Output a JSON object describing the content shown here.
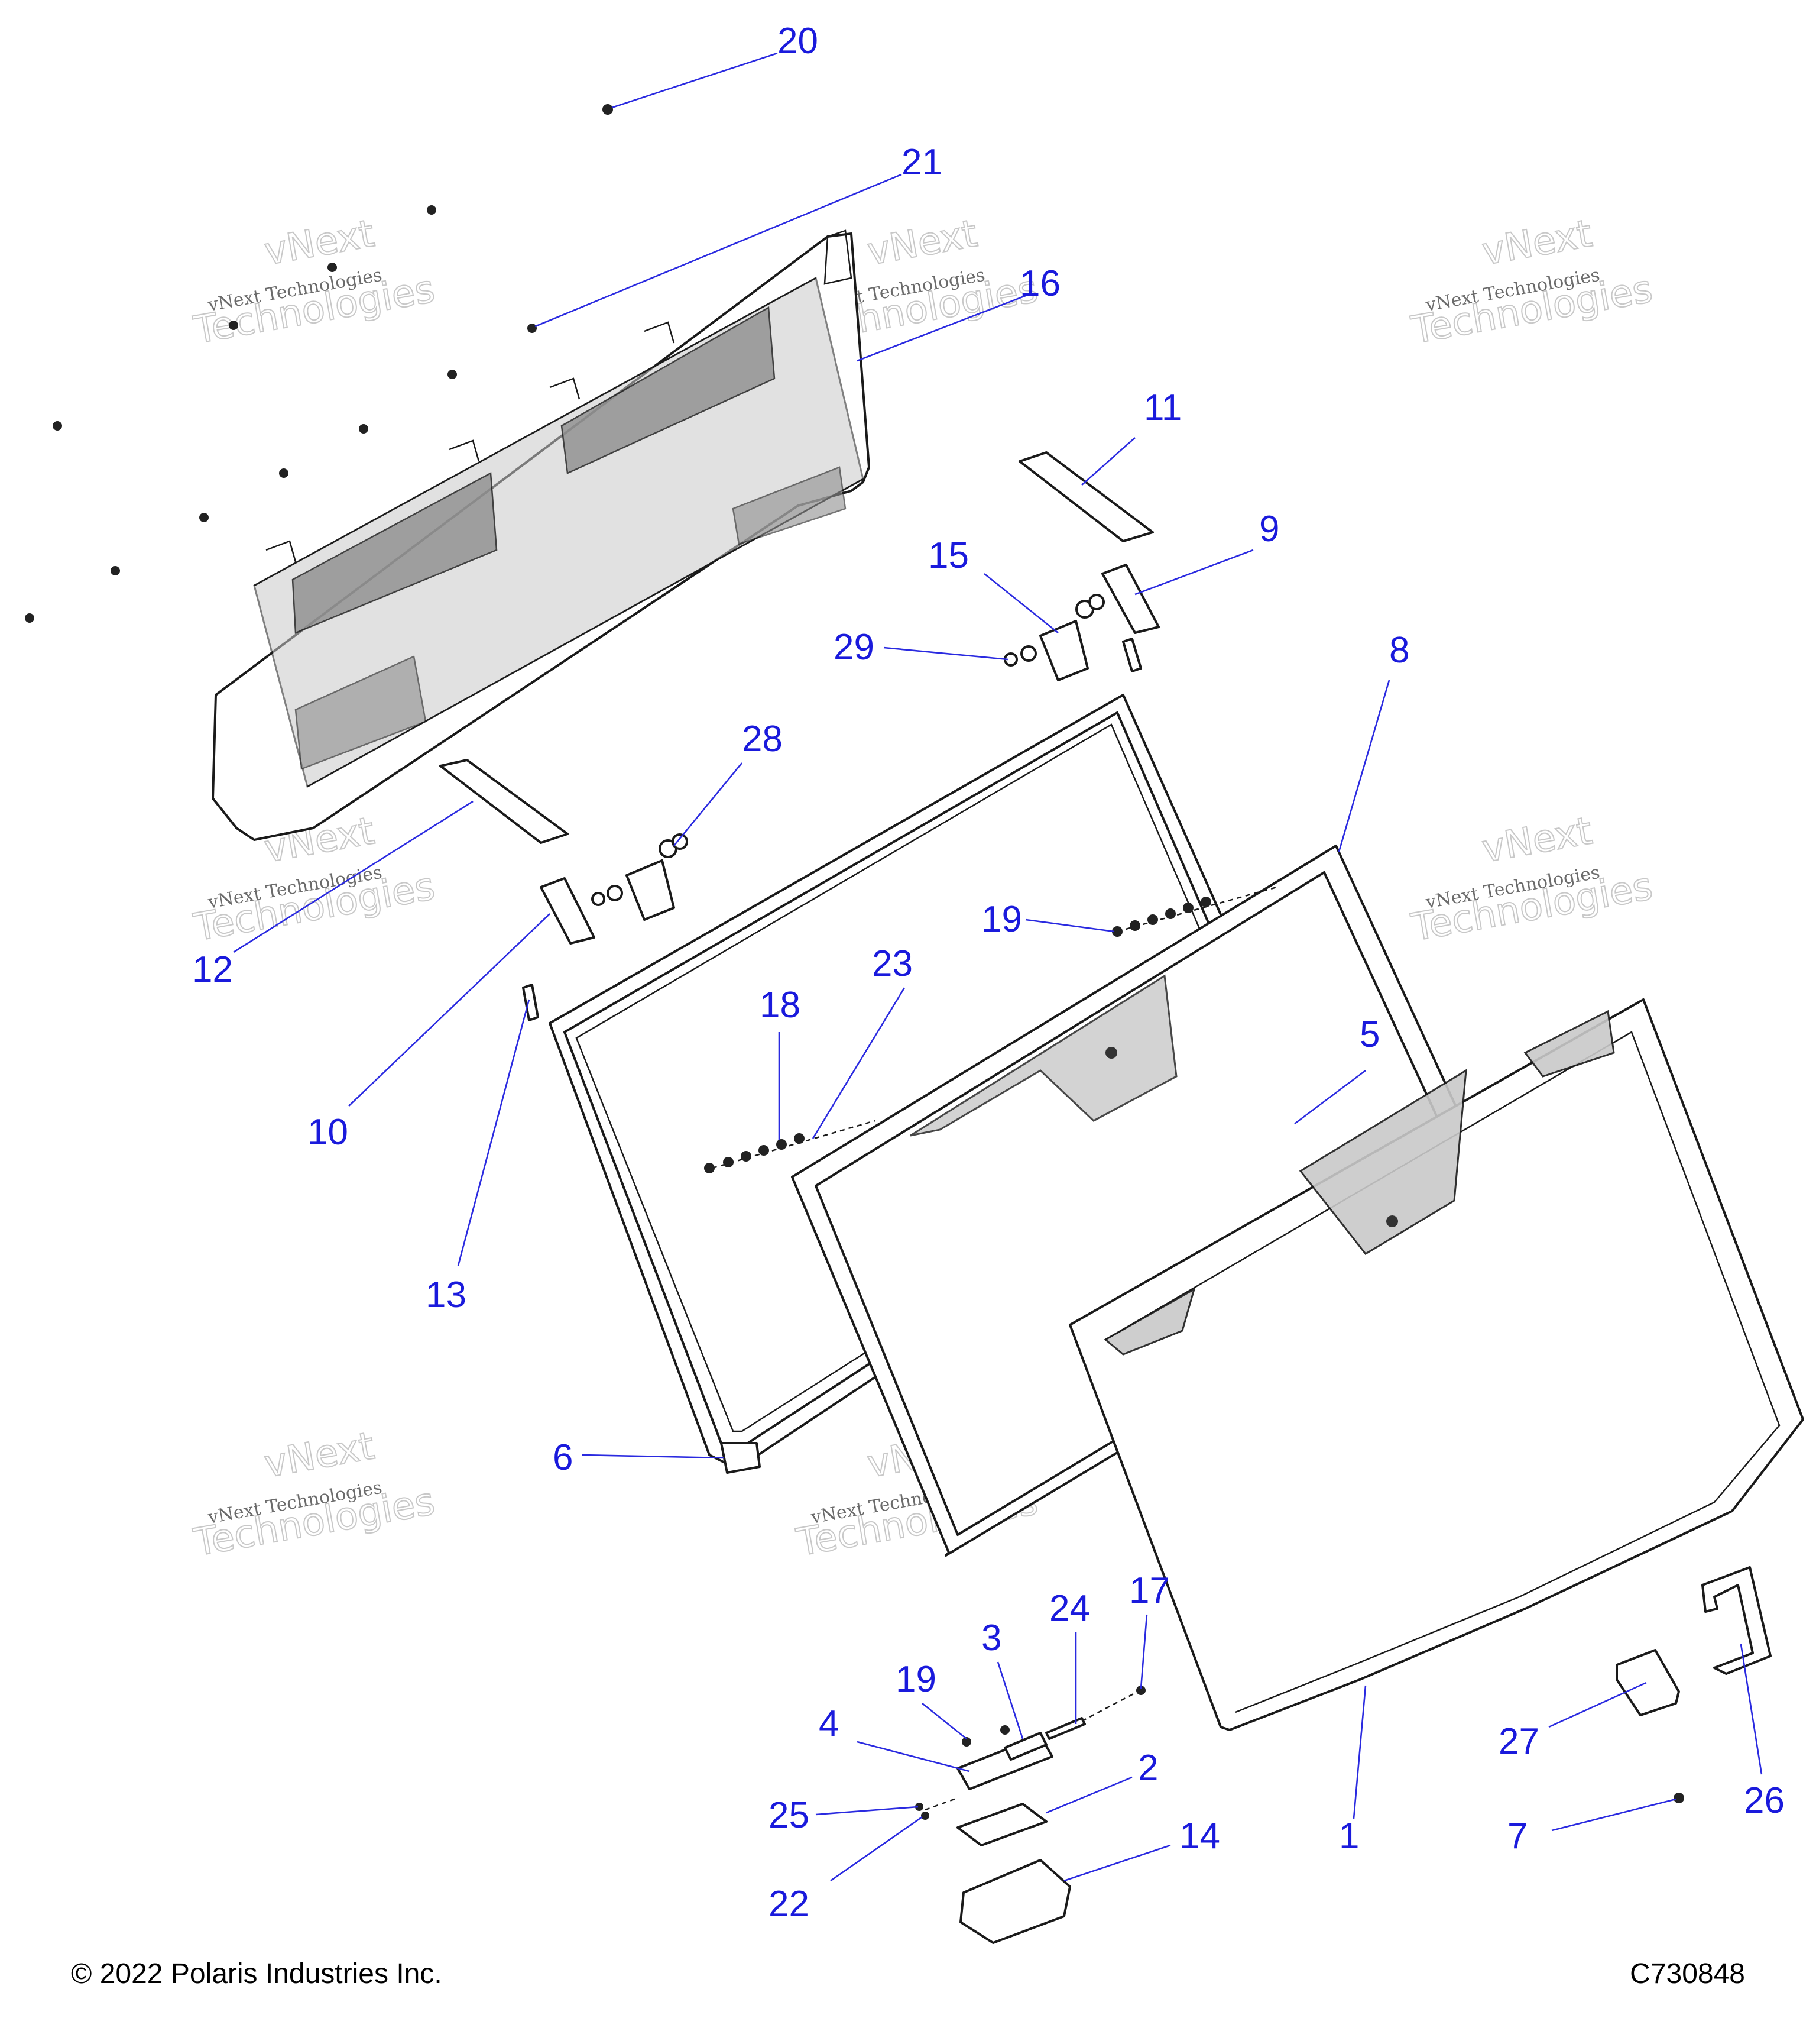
{
  "diagram": {
    "callouts": [
      {
        "id": "20",
        "label": "20"
      },
      {
        "id": "21",
        "label": "21"
      },
      {
        "id": "16",
        "label": "16"
      },
      {
        "id": "11",
        "label": "11"
      },
      {
        "id": "9",
        "label": "9"
      },
      {
        "id": "15",
        "label": "15"
      },
      {
        "id": "29",
        "label": "29"
      },
      {
        "id": "8",
        "label": "8"
      },
      {
        "id": "28",
        "label": "28"
      },
      {
        "id": "12",
        "label": "12"
      },
      {
        "id": "19a",
        "label": "19"
      },
      {
        "id": "23",
        "label": "23"
      },
      {
        "id": "18",
        "label": "18"
      },
      {
        "id": "5",
        "label": "5"
      },
      {
        "id": "10",
        "label": "10"
      },
      {
        "id": "13",
        "label": "13"
      },
      {
        "id": "6",
        "label": "6"
      },
      {
        "id": "17",
        "label": "17"
      },
      {
        "id": "24",
        "label": "24"
      },
      {
        "id": "3",
        "label": "3"
      },
      {
        "id": "19b",
        "label": "19"
      },
      {
        "id": "4",
        "label": "4"
      },
      {
        "id": "2",
        "label": "2"
      },
      {
        "id": "25",
        "label": "25"
      },
      {
        "id": "14",
        "label": "14"
      },
      {
        "id": "22",
        "label": "22"
      },
      {
        "id": "27",
        "label": "27"
      },
      {
        "id": "26",
        "label": "26"
      },
      {
        "id": "1",
        "label": "1"
      },
      {
        "id": "7",
        "label": "7"
      }
    ],
    "watermark": {
      "line1": "vNext Technologies",
      "line2": "vNext",
      "line3": "Technologies"
    }
  },
  "footer": {
    "copyright": "© 2022 Polaris Industries Inc.",
    "drawing_id": "C730848"
  }
}
